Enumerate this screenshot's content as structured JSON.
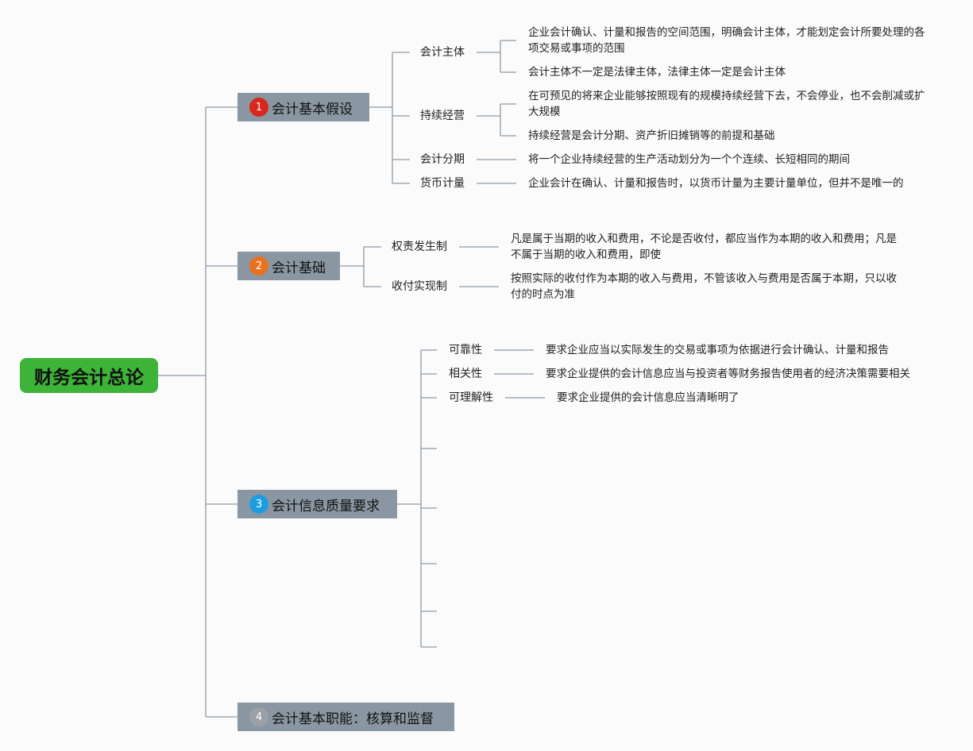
{
  "root": {
    "title": "财务会计总论"
  },
  "branches": [
    {
      "badge": "1",
      "badge_color": "#d9271c",
      "title": "会计基本假设",
      "children": [
        {
          "label": "会计主体",
          "leaves": [
            "企业会计确认、计量和报告的空间范围，明确会计主体，才能划定会计所要处理的各项交易或事项的范围",
            "会计主体不一定是法律主体，法律主体一定是会计主体"
          ]
        },
        {
          "label": "持续经营",
          "leaves": [
            "在可预见的将来企业能够按照现有的规模持续经营下去，不会停业，也不会削减或扩大规模",
            "持续经营是会计分期、资产折旧摊销等的前提和基础"
          ]
        },
        {
          "label": "会计分期",
          "leaves": [
            "将一个企业持续经营的生产活动划分为一个个连续、长短相同的期间"
          ]
        },
        {
          "label": "货币计量",
          "leaves": [
            "企业会计在确认、计量和报告时，以货币计量为主要计量单位，但并不是唯一的"
          ]
        }
      ]
    },
    {
      "badge": "2",
      "badge_color": "#e8701f",
      "title": "会计基础",
      "children": [
        {
          "label": "权责发生制",
          "leaves": [
            "凡是属于当期的收入和费用，不论是否收付，都应当作为本期的收入和费用；凡是不属于当期的收入和费用，即使"
          ]
        },
        {
          "label": "收付实现制",
          "leaves": [
            "按照实际的收付作为本期的收入与费用，不管该收入与费用是否属于本期，只以收付的时点为准"
          ]
        }
      ]
    },
    {
      "badge": "3",
      "badge_color": "#1e9ce0",
      "title": "会计信息质量要求",
      "children": [
        {
          "label": "可靠性",
          "leaves": [
            "要求企业应当以实际发生的交易或事项为依据进行会计确认、计量和报告"
          ]
        },
        {
          "label": "相关性",
          "leaves": [
            "要求企业提供的会计信息应当与投资者等财务报告使用者的经济决策需要相关"
          ]
        },
        {
          "label": "可理解性",
          "leaves": [
            "要求企业提供的会计信息应当清晰明了"
          ]
        }
      ]
    },
    {
      "badge": "4",
      "badge_color": "#9aa0a6",
      "title": "会计基本职能：核算和监督",
      "children": []
    }
  ],
  "colors": {
    "root": "#3db337",
    "branch": "#8a97a3",
    "connector": "#8c9aa6",
    "background": "#fbfbfb"
  }
}
